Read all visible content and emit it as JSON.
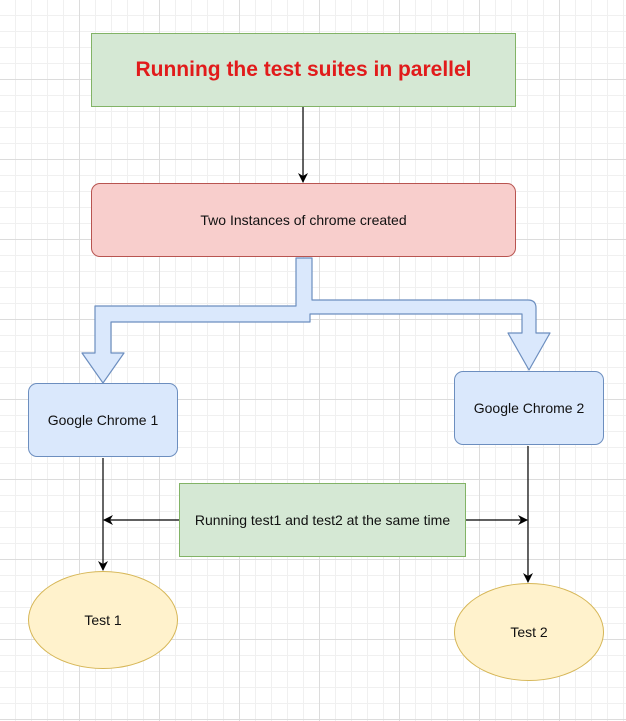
{
  "nodes": {
    "title": "Running the test suites in parellel",
    "chrome_instances": "Two Instances of chrome created",
    "chrome1": "Google Chrome 1",
    "chrome2": "Google Chrome 2",
    "parallel_note": "Running test1 and test2 at the same time",
    "test1": "Test 1",
    "test2": "Test 2"
  },
  "colors": {
    "title_text": "#e11b1b",
    "green_fill": "#d5e8d4",
    "red_fill": "#f8cecc",
    "blue_fill": "#dae8fc",
    "yellow_fill": "#fff2cc"
  }
}
